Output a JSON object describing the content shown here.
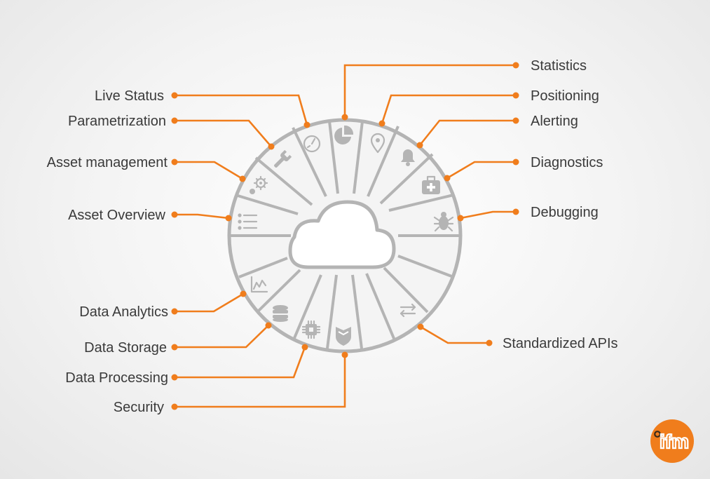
{
  "center": {
    "icon": "cloud-icon"
  },
  "segments": [
    {
      "id": "live-status",
      "label": "Live Status",
      "icon": "gauge-icon"
    },
    {
      "id": "statistics",
      "label": "Statistics",
      "icon": "pie-chart-icon"
    },
    {
      "id": "positioning",
      "label": "Positioning",
      "icon": "map-pin-icon"
    },
    {
      "id": "alerting",
      "label": "Alerting",
      "icon": "bell-icon"
    },
    {
      "id": "diagnostics",
      "label": "Diagnostics",
      "icon": "medical-kit-icon"
    },
    {
      "id": "debugging",
      "label": "Debugging",
      "icon": "bug-icon"
    },
    {
      "id": "standardized-apis",
      "label": "Standardized APIs",
      "icon": "swap-arrows-icon"
    },
    {
      "id": "security",
      "label": "Security",
      "icon": "shield-icon"
    },
    {
      "id": "data-processing",
      "label": "Data Processing",
      "icon": "chip-icon"
    },
    {
      "id": "data-storage",
      "label": "Data Storage",
      "icon": "database-icon"
    },
    {
      "id": "data-analytics",
      "label": "Data Analytics",
      "icon": "line-chart-icon"
    },
    {
      "id": "asset-overview",
      "label": "Asset Overview",
      "icon": "list-icon"
    },
    {
      "id": "asset-management",
      "label": "Asset management",
      "icon": "gears-icon"
    },
    {
      "id": "parametrization",
      "label": "Parametrization",
      "icon": "wrench-icon"
    }
  ],
  "logo": {
    "text": "ifm",
    "icon": "ifm-logo"
  },
  "colors": {
    "accent": "#f07d1c",
    "wheel": "#b4b4b4",
    "text": "#3a3a3a"
  }
}
